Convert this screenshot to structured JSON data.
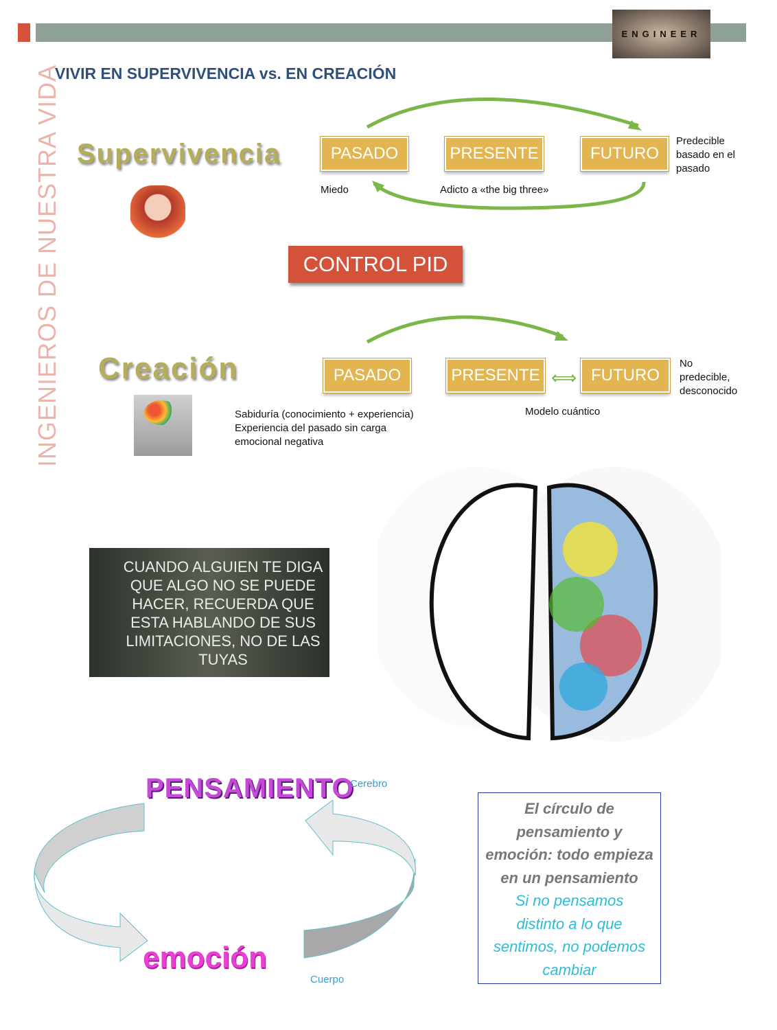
{
  "header": {
    "logo_text": "ENGINEER",
    "side_title": "INGENIEROS DE NUESTRA VIDA"
  },
  "title": "VIVIR EN SUPERVIVENCIA vs. EN CREACIÓN",
  "supervivencia": {
    "heading": "Supervivencia",
    "boxes": [
      "PASADO",
      "PRESENTE",
      "FUTURO"
    ],
    "note_right": "Predecible basado en el pasado",
    "label_left": "Miedo",
    "label_center": "Adicto a «the big three»"
  },
  "control": "CONTROL PID",
  "creacion": {
    "heading": "Creación",
    "boxes": [
      "PASADO",
      "PRESENTE",
      "FUTURO"
    ],
    "note_right": "No predecible, desconocido",
    "label_center": "Modelo cuántico",
    "wisdom": [
      "Sabiduría (conocimiento + experiencia)",
      "Experiencia del pasado sin carga",
      "emocional negativa"
    ]
  },
  "quote": [
    "CUANDO ALGUIEN TE DIGA",
    "QUE ALGO NO SE PUEDE",
    "HACER, RECUERDA QUE",
    "ESTA HABLANDO DE SUS",
    "LIMITACIONES, NO DE LAS",
    "TUYAS"
  ],
  "cycle": {
    "top": "PENSAMIENTO",
    "bottom": "emoción",
    "top_label": "Cerebro",
    "bottom_label": "Cuerpo"
  },
  "callout": {
    "gray": [
      "El círculo de",
      "pensamiento y",
      "emoción: todo empieza",
      "en un pensamiento"
    ],
    "cyan": [
      "Si no pensamos",
      "distinto a lo que",
      "sentimos, no podemos",
      "cambiar"
    ]
  }
}
